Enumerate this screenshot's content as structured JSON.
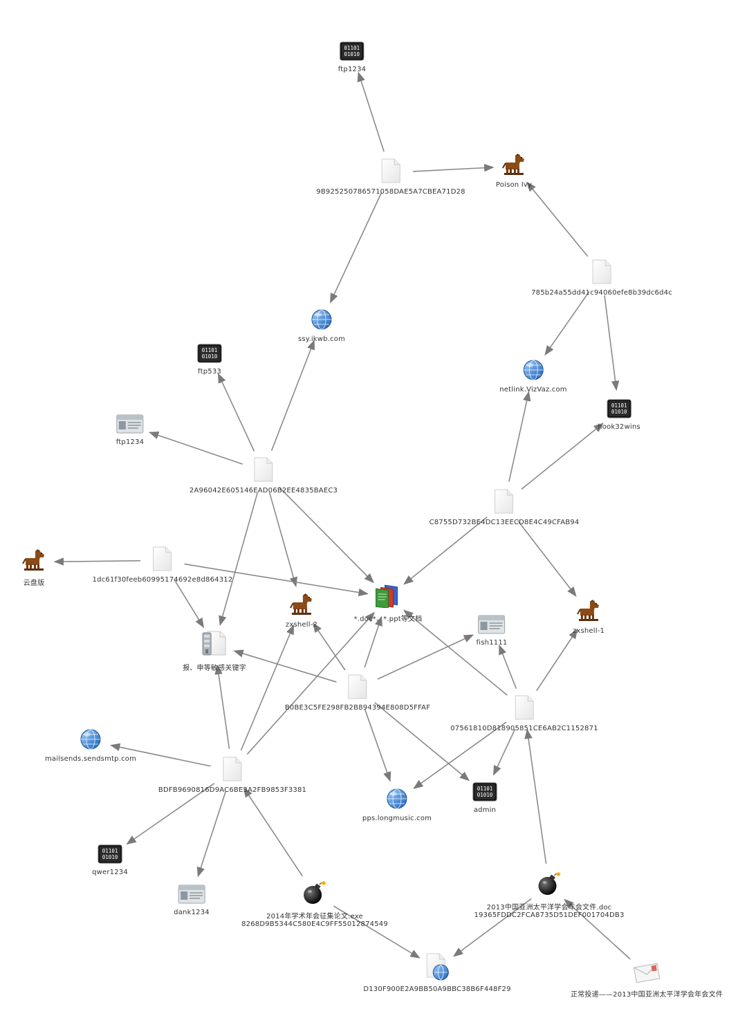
{
  "nodes": [
    {
      "id": "n_ftp1234_top",
      "type": "binary",
      "label": "ftp1234"
    },
    {
      "id": "n_9B92",
      "type": "file",
      "label": "9B92525078657105 8DAE5A7CBEA71D28"
    },
    {
      "id": "n_poison",
      "type": "horse",
      "label": "Poison Ivy"
    },
    {
      "id": "n_785b",
      "type": "file",
      "label": "785b24a55dd41c94060efe8b39dc6d4c"
    },
    {
      "id": "n_ssy",
      "type": "globe",
      "label": "ssy.ikwb.com"
    },
    {
      "id": "n_ftp533",
      "type": "binary",
      "label": "ftp533"
    },
    {
      "id": "n_netlink",
      "type": "globe",
      "label": "netlink.VizVaz.com"
    },
    {
      "id": "n_hook32",
      "type": "binary",
      "label": "hook32wins"
    },
    {
      "id": "n_ftp1234_card",
      "type": "card",
      "label": "ftp1234"
    },
    {
      "id": "n_2A96",
      "type": "file",
      "label": "2A96042E605146EAD06B2EE4835BAEC3"
    },
    {
      "id": "n_C875",
      "type": "file",
      "label": "C8755D732BE4DC13EECD8E4C49CFAB94"
    },
    {
      "id": "n_yunpan",
      "type": "horse",
      "label": "云盘版"
    },
    {
      "id": "n_1dc6",
      "type": "file",
      "label": "1dc61f30feeb60995174692e8d864312"
    },
    {
      "id": "n_doc",
      "type": "docs",
      "label": "*.doc*、*.ppt等文档"
    },
    {
      "id": "n_zx2",
      "type": "horse",
      "label": "zxshell-2"
    },
    {
      "id": "n_zx1",
      "type": "horse",
      "label": "zxshell-1"
    },
    {
      "id": "n_fish",
      "type": "card",
      "label": "fish1111"
    },
    {
      "id": "n_keyword",
      "type": "archive",
      "label": "报、申等敏感关键字"
    },
    {
      "id": "n_B0BE",
      "type": "file",
      "label": "B0BE3C5FE298FB2B894394E808D5FFAF"
    },
    {
      "id": "n_0756",
      "type": "file",
      "label": "07561810D818905851CE6AB2C1152871"
    },
    {
      "id": "n_mailsends",
      "type": "globe",
      "label": "mailsends.sendsmtp.com"
    },
    {
      "id": "n_BDFB",
      "type": "file",
      "label": "BDFB9690816D9AC6BE3A2FB9853F3381"
    },
    {
      "id": "n_pps",
      "type": "globe",
      "label": "pps.longmusic.com"
    },
    {
      "id": "n_admin",
      "type": "binary",
      "label": "admin"
    },
    {
      "id": "n_qwer",
      "type": "binary",
      "label": "qwer1234"
    },
    {
      "id": "n_dank",
      "type": "card",
      "label": "dank1234"
    },
    {
      "id": "n_bomb2014",
      "type": "bomb",
      "label": "2014年学术年会征集论文.exe",
      "label2": "8268D9B5344C580E4C9FF55012874549"
    },
    {
      "id": "n_bomb2013",
      "type": "bomb",
      "label": "2013中国亚洲太平洋学会年会文件.doc",
      "label2": "19365FDDC2FCA8735D51DEF001704DB3"
    },
    {
      "id": "n_D130",
      "type": "fileglobe",
      "label": "D130F900E2A9BB50A9BBC38B6F448F29"
    },
    {
      "id": "n_mail",
      "type": "mail",
      "label": "正常投递——2013中国亚洲太平洋学会年会文件"
    }
  ],
  "edges": [
    [
      "n_9B92",
      "n_ftp1234_top"
    ],
    [
      "n_9B92",
      "n_poison"
    ],
    [
      "n_9B92",
      "n_ssy"
    ],
    [
      "n_785b",
      "n_poison"
    ],
    [
      "n_785b",
      "n_netlink"
    ],
    [
      "n_785b",
      "n_hook32"
    ],
    [
      "n_2A96",
      "n_ssy"
    ],
    [
      "n_2A96",
      "n_ftp533"
    ],
    [
      "n_2A96",
      "n_ftp1234_card"
    ],
    [
      "n_2A96",
      "n_zx2"
    ],
    [
      "n_2A96",
      "n_doc"
    ],
    [
      "n_2A96",
      "n_keyword"
    ],
    [
      "n_C875",
      "n_netlink"
    ],
    [
      "n_C875",
      "n_hook32"
    ],
    [
      "n_C875",
      "n_doc"
    ],
    [
      "n_C875",
      "n_zx1"
    ],
    [
      "n_1dc6",
      "n_yunpan"
    ],
    [
      "n_1dc6",
      "n_doc"
    ],
    [
      "n_1dc6",
      "n_keyword"
    ],
    [
      "n_B0BE",
      "n_keyword"
    ],
    [
      "n_B0BE",
      "n_zx2"
    ],
    [
      "n_B0BE",
      "n_doc"
    ],
    [
      "n_B0BE",
      "n_fish"
    ],
    [
      "n_B0BE",
      "n_pps"
    ],
    [
      "n_B0BE",
      "n_admin"
    ],
    [
      "n_0756",
      "n_doc"
    ],
    [
      "n_0756",
      "n_fish"
    ],
    [
      "n_0756",
      "n_zx1"
    ],
    [
      "n_0756",
      "n_pps"
    ],
    [
      "n_0756",
      "n_admin"
    ],
    [
      "n_BDFB",
      "n_keyword"
    ],
    [
      "n_BDFB",
      "n_zx2"
    ],
    [
      "n_BDFB",
      "n_doc"
    ],
    [
      "n_BDFB",
      "n_mailsends"
    ],
    [
      "n_BDFB",
      "n_qwer"
    ],
    [
      "n_BDFB",
      "n_dank"
    ],
    [
      "n_bomb2014",
      "n_BDFB"
    ],
    [
      "n_bomb2014",
      "n_D130"
    ],
    [
      "n_bomb2013",
      "n_0756"
    ],
    [
      "n_bomb2013",
      "n_D130"
    ],
    [
      "n_mail",
      "n_bomb2013"
    ]
  ]
}
